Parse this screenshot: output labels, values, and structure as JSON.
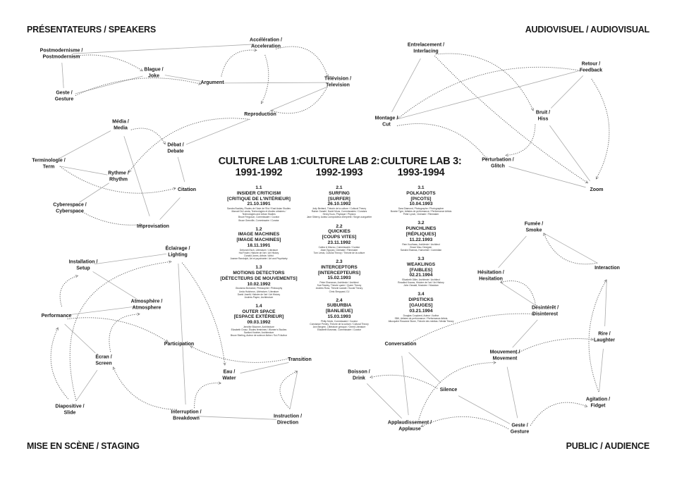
{
  "headings": {
    "top_left": "PRÉSENTATEURS / SPEAKERS",
    "top_right": "AUDIOVISUEL / AUDIOVISUAL",
    "bottom_left": "MISE EN SCÈNE / STAGING",
    "bottom_right": "PUBLIC / AUDIENCE"
  },
  "nodes": {
    "postmod": [
      "Postmodernisme /",
      "Postmodernism"
    ],
    "accel": [
      "Accélération /",
      "Acceleration"
    ],
    "blague": [
      "Blague /",
      "Joke"
    ],
    "argument": [
      "Argument"
    ],
    "television": [
      "Télévision /",
      "Television"
    ],
    "geste1": [
      "Geste /",
      "Gesture"
    ],
    "reproduction": [
      "Reproduction"
    ],
    "media": [
      "Média /",
      "Media"
    ],
    "debat": [
      "Débat /",
      "Debate"
    ],
    "term": [
      "Terminologie /",
      "Term"
    ],
    "rythme": [
      "Rythme /",
      "Rhythm"
    ],
    "citation": [
      "Citation"
    ],
    "cyber": [
      "Cyberespace /",
      "Cyberspace"
    ],
    "improv": [
      "Improvisation"
    ],
    "entrelac": [
      "Entrelacement /",
      "Interlacing"
    ],
    "retour": [
      "Retour /",
      "Feedback"
    ],
    "montage": [
      "Montage /",
      "Cut"
    ],
    "bruit": [
      "Bruit /",
      "Hiss"
    ],
    "perturb": [
      "Perturbation /",
      "Glitch"
    ],
    "zoom": [
      "Zoom"
    ],
    "eclairage": [
      "Éclairage /",
      "Lighting"
    ],
    "install": [
      "Installation /",
      "Setup"
    ],
    "atmos": [
      "Atmosphère /",
      "Atmosphere"
    ],
    "perf": [
      "Performance"
    ],
    "particip": [
      "Participation"
    ],
    "ecran": [
      "Écran /",
      "Screen"
    ],
    "transition": [
      "Transition"
    ],
    "eau": [
      "Eau /",
      "Water"
    ],
    "diapo": [
      "Diapositive /",
      "Slide"
    ],
    "interrupt": [
      "Interruption /",
      "Breakdown"
    ],
    "instruct": [
      "Instruction /",
      "Direction"
    ],
    "fumee": [
      "Fumée /",
      "Smoke"
    ],
    "interaction": [
      "Interaction"
    ],
    "hesit": [
      "Hésitation /",
      "Hesitation"
    ],
    "desint": [
      "Désintérêt /",
      "Disinterest"
    ],
    "rire": [
      "Rire /",
      "Laughter"
    ],
    "convers": [
      "Conversation"
    ],
    "mouvement": [
      "Mouvement /",
      "Movement"
    ],
    "boisson": [
      "Boisson /",
      "Drink"
    ],
    "silence": [
      "Silence"
    ],
    "agitation": [
      "Agitation /",
      "Fidget"
    ],
    "applaud": [
      "Applaudissement /",
      "Applause"
    ],
    "geste2": [
      "Geste /",
      "Gesture"
    ]
  },
  "labs": [
    {
      "title": [
        "CULTURE LAB 1:",
        "1991-1992"
      ],
      "entries": [
        {
          "num": "1.1",
          "title": "INSIDER CRITICISM",
          "fr": "[CRITIQUE DE L'INTÉRIEUR]",
          "date": "21.10.1991",
          "people": [
            "Sandra Buckley, Études de l'Asie de l'Est / East Asian Studies",
            "Manuel De Landa, Technologies et études urbaines /",
            "Technologies and Urban Studies",
            "Bruce Ferguson, Commissaire / Curator",
            "Bruce Grenville, Commissaire / Curator"
          ]
        },
        {
          "num": "1.2",
          "title": "IMAGE MACHINES",
          "fr": "[IMAGE MACHINES]",
          "date": "18.11.1991",
          "people": [
            "Deborah Esch, Littérature / Literature",
            "Hal Foster, Histoire de l'art / Art History",
            "Donald Jones, Artiste / Artist",
            "Joanne Randolph, Art et psychiatrie / Art and Psychiatry"
          ]
        },
        {
          "num": "1.3",
          "title": "MOTIONS DETECTORS",
          "fr": "[DÉTECTEURS DE MOUVEMENTS]",
          "date": "10.02.1992",
          "people": [
            "Giovanna Borradori, Philosophie / Philosophy",
            "Linda Hutcheon, Littérature / Literature",
            "David Joselit, Histoire de l'art / Art History",
            "Andrew Payne, Architecture"
          ]
        },
        {
          "num": "1.4",
          "title": "OUTER SPACE",
          "fr": "[ESPACE EXTÉRIEUR]",
          "date": "09.03.1992",
          "people": [
            "Jennifer Bloomer, Architecture",
            "Elizabeth Grosz, Études féminines / Women's Studies",
            "Sanford Kwinter, Architecture",
            "Bruce Sterling, Auteur de science-fiction / Sci-Fi Author"
          ]
        }
      ]
    },
    {
      "title": [
        "CULTURE LAB 2:",
        "1992-1993"
      ],
      "entries": [
        {
          "num": "2.1",
          "title": "SURFING",
          "fr": "[SURFER]",
          "date": "26.10.1992",
          "people": [
            "Jody Berland, Théorie de la culture / Cultural Theory",
            "Rainer Ganahl, David Moos, Commissaires / Curators",
            "Henry Kuzu, Physique / Physics",
            "Jane Siberry, Auteur-compositeur-interprète / Singer-songwriter"
          ]
        },
        {
          "num": "2.2",
          "title": "QUICKIES",
          "fr": "[COUPS VITES]",
          "date": "23.11.1992",
          "people": [
            "Catlos & Mizzou, Commissaire / Curator",
            "Atom Egoyan, Cinéaste / Filmmaker",
            "Tom Lewis, Cultural Theory / Théorie de la culture"
          ]
        },
        {
          "num": "2.3",
          "title": "INTERCEPTORS",
          "fr": "[INTERCEPTEURS]",
          "date": "15.02.1993",
          "people": [
            "Peter Eisenman, Architecte / Architect",
            "Sue Rowley, Théorie queer / Queer Theory",
            "Andrew Ross, Théorie sociale / Social Theory",
            "Chris Sheppard, DJ"
          ]
        },
        {
          "num": "2.4",
          "title": "SUBURBIA",
          "fr": "[BANLIEUE]",
          "date": "15.03.1993",
          "people": [
            "Philip Monk, Commissaire / Curator",
            "Constance Penley, Théorie de la culture / Cultural Theory",
            "Ann Bergren, Littérature grecque / Greek Literature",
            "Elizabeth Bowman, Commissaire / Curator"
          ]
        }
      ]
    },
    {
      "title": [
        "CULTURE LAB 3:",
        "1993-1994"
      ],
      "entries": [
        {
          "num": "3.1",
          "title": "POLKADOTS",
          "fr": "[PICOTS]",
          "date": "10.04.1993",
          "people": [
            "Sara Diamond, Photographe / Photographer",
            "Bonnie Type, Artistes de performance / Performance Artists",
            "Peter Lynch, Cinéaste / Filmmaker"
          ]
        },
        {
          "num": "3.2",
          "title": "PUNCHLINES",
          "fr": "[RÉPLIQUES]",
          "date": "11.22.1993",
          "people": [
            "Rem Koolhaas, Architecte / Architect",
            "Bruce Mau, Designer",
            "Sandra Shamas, Humoriste / Comedian"
          ]
        },
        {
          "num": "3.3",
          "title": "WEAKLINGS",
          "fr": "[FAIBLES]",
          "date": "02.21.1994",
          "people": [
            "Elizabeth Diller, Architecte / Architect",
            "Rosalind Krauss, Histoire de l'art / Art History",
            "John Oswald, Musicien / Musician"
          ]
        },
        {
          "num": "3.4",
          "title": "DIPSTICKS",
          "fr": "[GAUGES]",
          "date": "03.21.1994",
          "people": [
            "Douglas Coupland, Auteur / Author",
            "SBK, Artistes de performance / Performance Artists",
            "Allucquère Rosanne Stone, Théorie des médias / Media Theory"
          ]
        }
      ]
    }
  ]
}
